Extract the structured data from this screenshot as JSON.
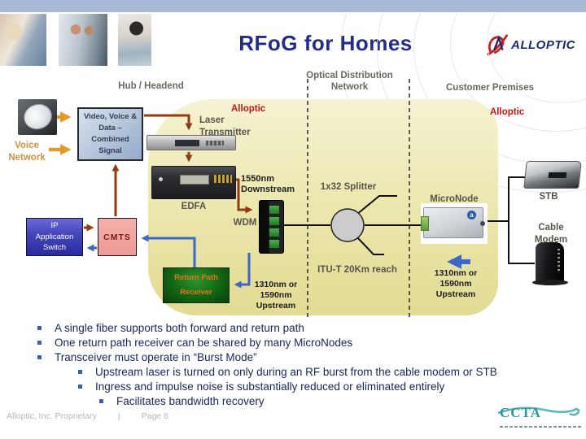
{
  "slide": {
    "title": "RFoG for Homes",
    "footer": {
      "proprietary": "Alloptic, Inc. Proprietary",
      "divider": "|",
      "page": "Page 6"
    }
  },
  "logos": {
    "alloptic": "ALLOPTIC",
    "ccta": "CCTA"
  },
  "sections": {
    "hub": "Hub / Headend",
    "odn": "Optical Distribution\nNetwork",
    "premises": "Customer Premises",
    "alloptic_left": "Alloptic",
    "alloptic_right": "Alloptic"
  },
  "diagram": {
    "voice_network": "Voice\nNetwork",
    "combiner": "Video, Voice &\nData –\nCombined\nSignal",
    "laser_transmitter": "Laser\nTransmitter",
    "edfa": "EDFA",
    "downstream_1550": "1550nm\nDownstream",
    "wdm": "WDM",
    "splitter": "1x32 Splitter",
    "itu_reach": "ITU-T 20Km reach",
    "micronode": "MicroNode",
    "stb": "STB",
    "cable_modem": "Cable\nModem",
    "upstream_left": "1310nm or\n1590nm\nUpstream",
    "upstream_right": "1310nm or\n1590nm\nUpstream",
    "ip_switch": "IP\nApplication\nSwitch",
    "cmts": "CMTS",
    "return_path_receiver": "Return Path\nReceiver"
  },
  "bullets": [
    {
      "level": 1,
      "text": "A single fiber supports both forward and return path"
    },
    {
      "level": 1,
      "text": "One return path receiver can be shared by many MicroNodes"
    },
    {
      "level": 1,
      "text": "Transceiver must operate in “Burst Mode”"
    },
    {
      "level": 2,
      "text": "Upstream laser is turned on only during an RF burst from the cable modem or STB"
    },
    {
      "level": 2,
      "text": "Ingress and impulse noise is substantially reduced or eliminated entirely"
    },
    {
      "level": 3,
      "text": "Facilitates bandwidth recovery"
    }
  ],
  "colors": {
    "top_bar": "#a6b9d6",
    "title_navy": "#232d87",
    "highlight_yellow": "#ece7ae",
    "alloptic_red": "#cc1414",
    "arrow_orange": "#e39a2d",
    "arrow_brown": "#8e3b16",
    "arrow_blue": "#3b67cb",
    "bullet_navy": "#17255c",
    "ccta_teal": "#279aa0"
  }
}
